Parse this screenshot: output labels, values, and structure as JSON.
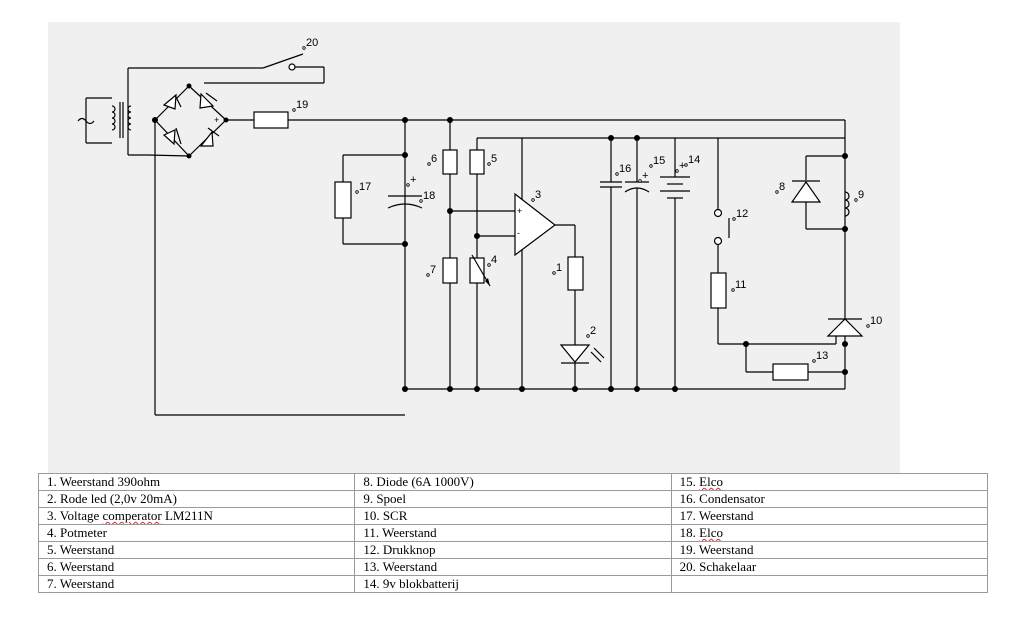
{
  "labels": [
    "20",
    "19",
    "6",
    "5",
    "3",
    "17",
    "18",
    "16",
    "15",
    "14",
    "12",
    "8",
    "9",
    "4",
    "7",
    "1",
    "2",
    "11",
    "10",
    "13"
  ],
  "legend": {
    "columns": [
      [
        {
          "num": "1.",
          "text": "Weerstand 390ohm"
        },
        {
          "num": "2.",
          "text": "Rode led (2,0v 20mA)"
        },
        {
          "num": "3.",
          "text": "Voltage",
          "text_sq": "comperator",
          "text_after": "LM211N"
        },
        {
          "num": "4.",
          "text": "Potmeter"
        },
        {
          "num": "5.",
          "text": "Weerstand"
        },
        {
          "num": "6.",
          "text": "Weerstand"
        },
        {
          "num": "7.",
          "text": "Weerstand"
        }
      ],
      [
        {
          "num": "8.",
          "text": "Diode (6A 1000V)"
        },
        {
          "num": "9.",
          "text": "Spoel"
        },
        {
          "num": "10.",
          "text": "SCR"
        },
        {
          "num": "11.",
          "text": "Weerstand"
        },
        {
          "num": "12.",
          "text": "Drukknop"
        },
        {
          "num": "13.",
          "text": "Weerstand"
        },
        {
          "num": "14.",
          "text": "9v blokbatterij"
        }
      ],
      [
        {
          "num": "15.",
          "text": "",
          "text_sq": "Elco"
        },
        {
          "num": "16.",
          "text": "Condensator"
        },
        {
          "num": "17.",
          "text": "Weerstand"
        },
        {
          "num": "18.",
          "text": "",
          "text_sq": "Elco"
        },
        {
          "num": "19.",
          "text": "Weerstand"
        },
        {
          "num": "20.",
          "text": "Schakelaar"
        },
        {
          "num": "",
          "text": ""
        }
      ]
    ]
  }
}
